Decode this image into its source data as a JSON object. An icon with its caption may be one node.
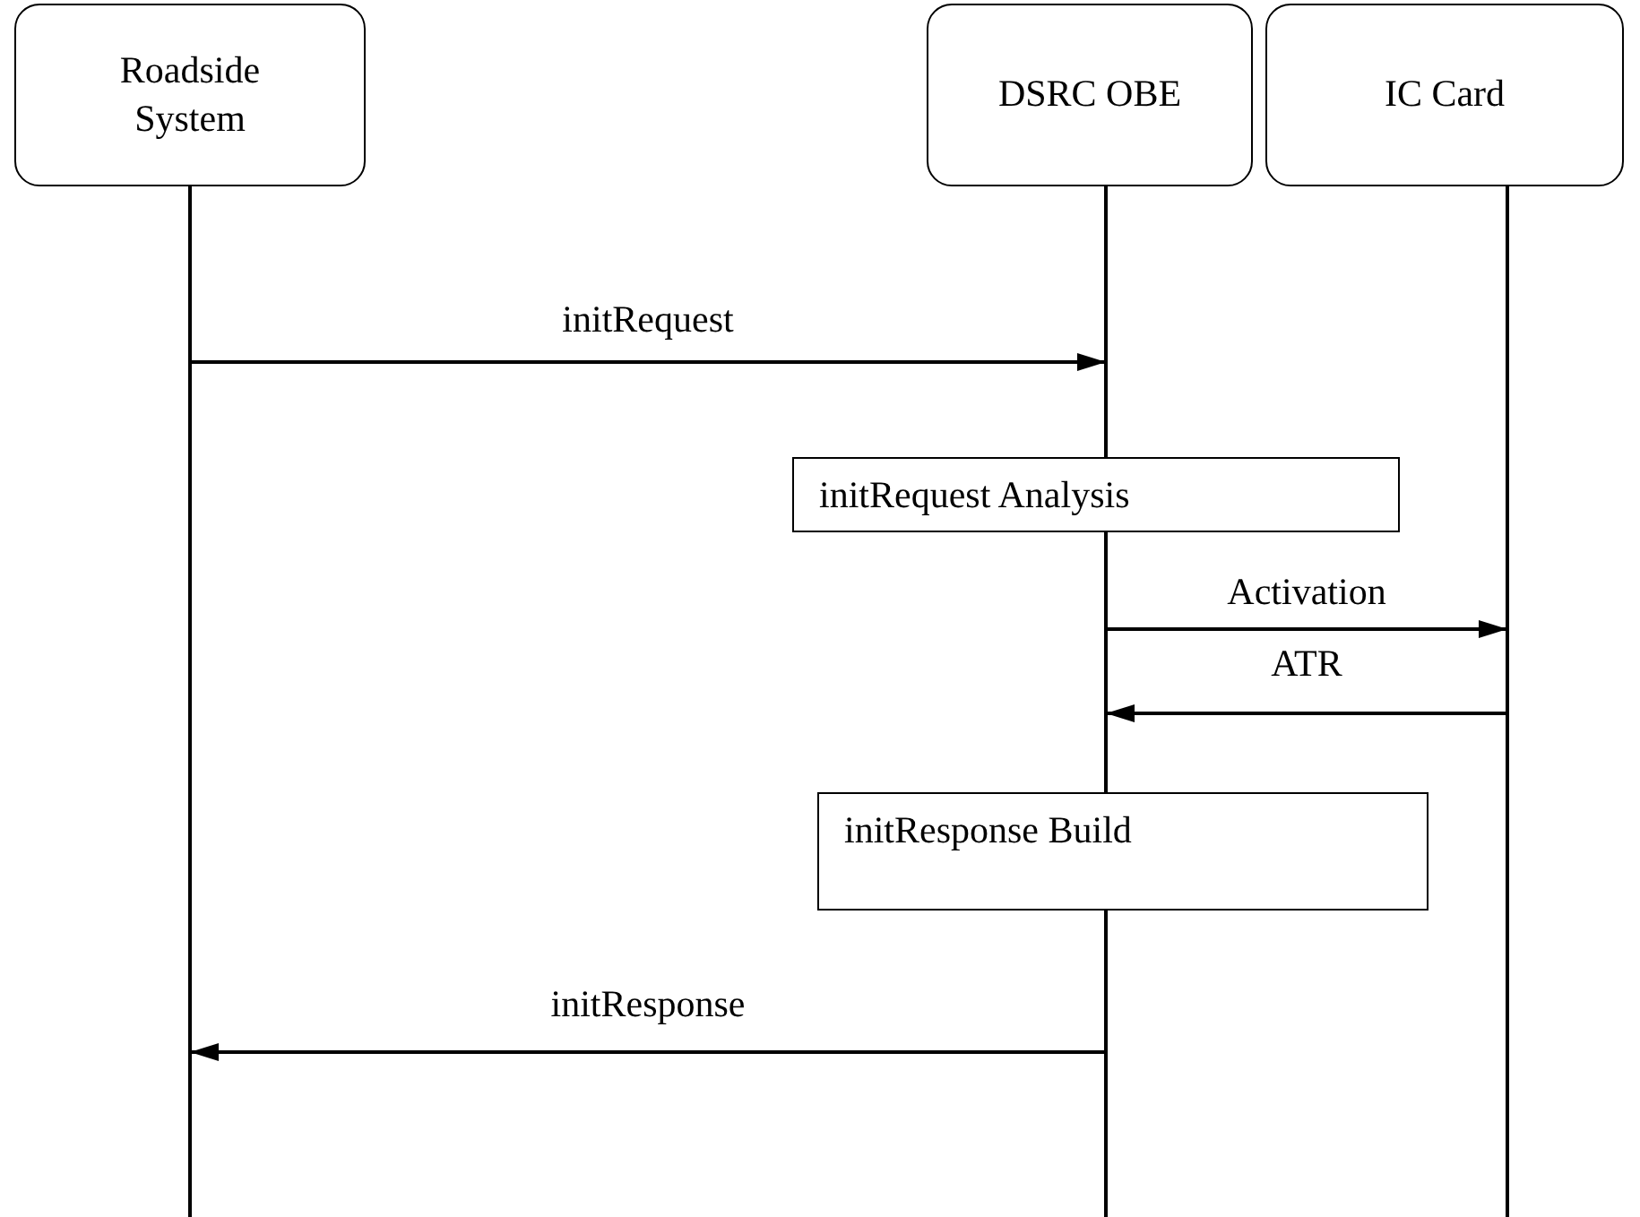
{
  "diagram": {
    "nodes": [
      {
        "text": [
          "Roadside System"
        ]
      },
      {
        "text": [
          "DSRC OBE"
        ]
      },
      {
        "text": [
          "IC Card"
        ]
      },
      {
        "text": [
          "initRequest Analysis"
        ]
      },
      {
        "text": [
          "initResponse Build"
        ]
      }
    ],
    "edges": [
      {
        "from": 0,
        "to": 1,
        "arrow": "to",
        "label": "initRequest"
      },
      {
        "from": 1,
        "to": 2,
        "arrow": "to",
        "label": "Activation"
      },
      {
        "from": 2,
        "to": 1,
        "arrow": "to",
        "label": "ATR"
      },
      {
        "from": 1,
        "to": 0,
        "arrow": "to",
        "label": "initResponse"
      }
    ]
  }
}
